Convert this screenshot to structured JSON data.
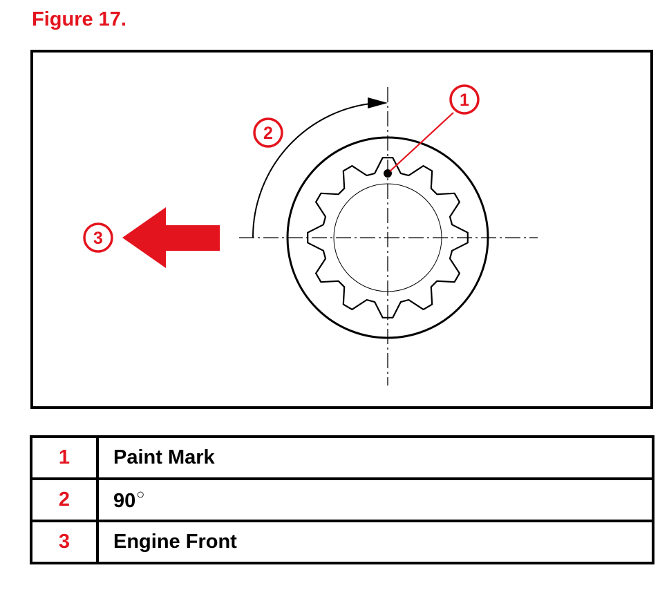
{
  "figure": {
    "title": "Figure 17."
  },
  "diagram": {
    "callouts": [
      {
        "id": "1",
        "label": "1"
      },
      {
        "id": "2",
        "label": "2"
      },
      {
        "id": "3",
        "label": "3"
      }
    ],
    "colors": {
      "accent": "#e4141e",
      "line": "#000000"
    }
  },
  "legend": {
    "rows": [
      {
        "number": "1",
        "description": "Paint Mark",
        "degree_symbol": ""
      },
      {
        "number": "2",
        "description": "90",
        "degree_symbol": "○"
      },
      {
        "number": "3",
        "description": "Engine Front",
        "degree_symbol": ""
      }
    ]
  }
}
